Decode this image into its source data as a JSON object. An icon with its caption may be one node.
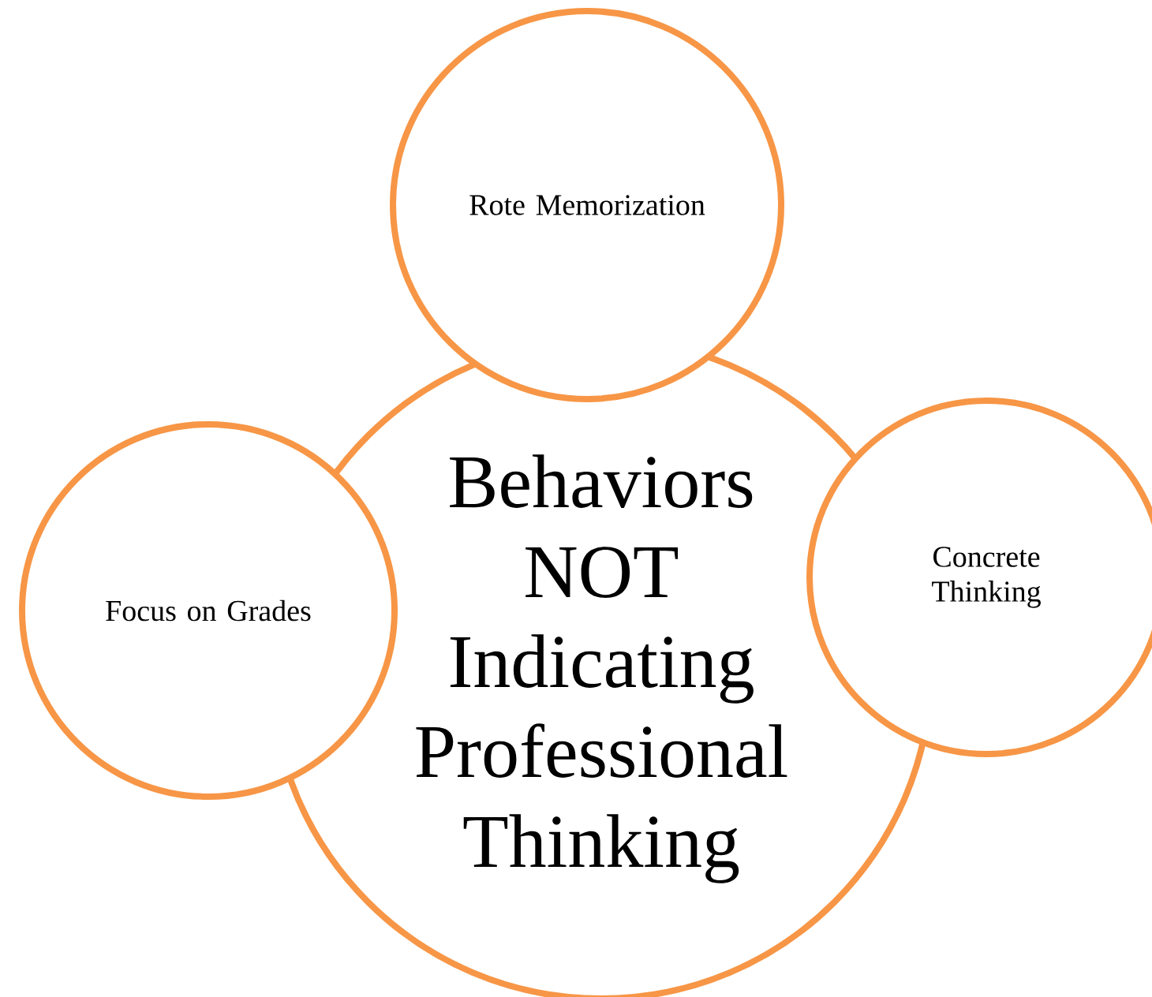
{
  "diagram": {
    "nodes": [
      {
        "text": [
          "Behaviors NOT Indicating Professional Thinking"
        ]
      },
      {
        "text": [
          "Rote Memorization"
        ]
      },
      {
        "text": [
          "Focus on Grades"
        ]
      },
      {
        "text": [
          "Concrete Thinking"
        ]
      }
    ]
  }
}
